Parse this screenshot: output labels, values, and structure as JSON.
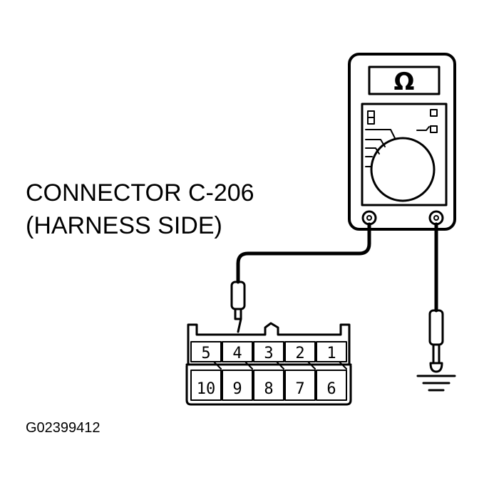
{
  "connector": {
    "title_line1": "CONNECTOR C-206",
    "title_line2": "(HARNESS SIDE)",
    "top_row_pins": [
      "5",
      "4",
      "3",
      "2",
      "1"
    ],
    "bottom_row_pins": [
      "10",
      "9",
      "8",
      "7",
      "6"
    ]
  },
  "meter": {
    "display_symbol": "Ω"
  },
  "figure_code": "G02399412"
}
